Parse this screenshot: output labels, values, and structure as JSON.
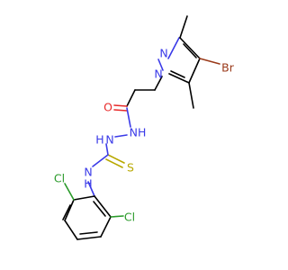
{
  "molecule": {
    "atom_labels": {
      "N_pyrazole_2": "N",
      "N_pyrazole_1": "N",
      "Br": "Br",
      "O": "O",
      "NH_hydrazide_1": "NH",
      "NH_hydrazide_2": "N",
      "H_hydrazide_2": "H",
      "NH_aryl": "N",
      "H_aryl": "H",
      "S": "S",
      "Cl_ortho": "Cl",
      "Cl_meta": "Cl"
    },
    "colors": {
      "bond": "#000000",
      "nitrogen": "#3a3ae8",
      "oxygen": "#e82a2a",
      "sulfur": "#b8a800",
      "bromine": "#9a3a1a",
      "chlorine": "#2a9a2a"
    }
  }
}
